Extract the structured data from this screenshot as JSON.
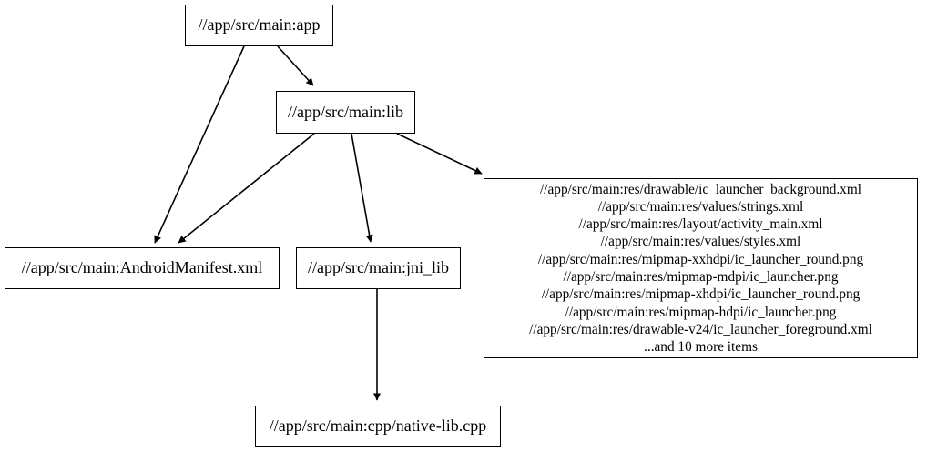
{
  "graph": {
    "type": "dependency-graph",
    "direction": "top-down",
    "nodes": [
      {
        "id": "app",
        "label": "//app/src/main:app"
      },
      {
        "id": "lib",
        "label": "//app/src/main:lib"
      },
      {
        "id": "manifest",
        "label": "//app/src/main:AndroidManifest.xml"
      },
      {
        "id": "jni_lib",
        "label": "//app/src/main:jni_lib"
      },
      {
        "id": "resources",
        "label": "//app/src/main:res/drawable/ic_launcher_background.xml\n//app/src/main:res/values/strings.xml\n//app/src/main:res/layout/activity_main.xml\n//app/src/main:res/values/styles.xml\n//app/src/main:res/mipmap-xxhdpi/ic_launcher_round.png\n//app/src/main:res/mipmap-mdpi/ic_launcher.png\n//app/src/main:res/mipmap-xhdpi/ic_launcher_round.png\n//app/src/main:res/mipmap-hdpi/ic_launcher.png\n//app/src/main:res/drawable-v24/ic_launcher_foreground.xml\n...and 10 more items",
        "lines": [
          "//app/src/main:res/drawable/ic_launcher_background.xml",
          "//app/src/main:res/values/strings.xml",
          "//app/src/main:res/layout/activity_main.xml",
          "//app/src/main:res/values/styles.xml",
          "//app/src/main:res/mipmap-xxhdpi/ic_launcher_round.png",
          "//app/src/main:res/mipmap-mdpi/ic_launcher.png",
          "//app/src/main:res/mipmap-xhdpi/ic_launcher_round.png",
          "//app/src/main:res/mipmap-hdpi/ic_launcher.png",
          "//app/src/main:res/drawable-v24/ic_launcher_foreground.xml",
          "...and 10 more items"
        ]
      },
      {
        "id": "native_lib",
        "label": "//app/src/main:cpp/native-lib.cpp"
      }
    ],
    "edges": [
      {
        "from": "app",
        "to": "manifest"
      },
      {
        "from": "app",
        "to": "lib"
      },
      {
        "from": "lib",
        "to": "manifest"
      },
      {
        "from": "lib",
        "to": "jni_lib"
      },
      {
        "from": "lib",
        "to": "resources"
      },
      {
        "from": "jni_lib",
        "to": "native_lib"
      }
    ],
    "colors": {
      "background": "#ffffff",
      "node_border": "#000000",
      "node_fill": "#ffffff",
      "edge": "#000000",
      "text": "#000000"
    }
  }
}
